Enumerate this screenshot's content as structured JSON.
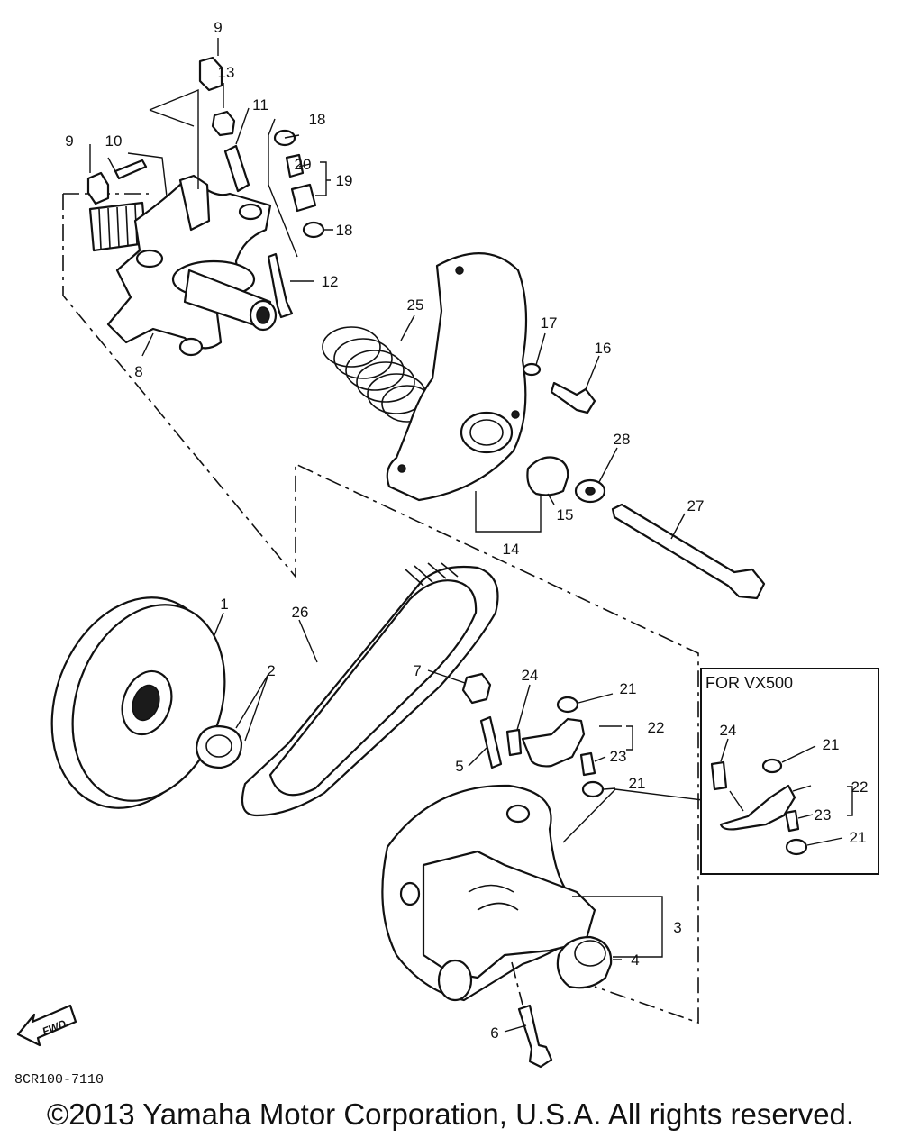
{
  "diagram": {
    "code": "8CR100-7110",
    "inset_title": "FOR VX500",
    "fwd_label": "FWD",
    "callouts": {
      "c1": "1",
      "c2": "2",
      "c3": "3",
      "c4": "4",
      "c5": "5",
      "c6": "6",
      "c7": "7",
      "c8": "8",
      "c9a": "9",
      "c9b": "9",
      "c10": "10",
      "c11": "11",
      "c12": "12",
      "c13": "13",
      "c14": "14",
      "c15": "15",
      "c16": "16",
      "c17": "17",
      "c18a": "18",
      "c18b": "18",
      "c19": "19",
      "c20": "20",
      "c21a": "21",
      "c21b": "21",
      "c22": "22",
      "c23": "23",
      "c24": "24",
      "c25": "25",
      "c26": "26",
      "c27": "27",
      "c28": "28",
      "i21a": "21",
      "i21b": "21",
      "i22": "22",
      "i23": "23",
      "i24": "24"
    }
  },
  "footer": {
    "copyright": "©2013 Yamaha Motor Corporation, U.S.A. All rights reserved."
  }
}
